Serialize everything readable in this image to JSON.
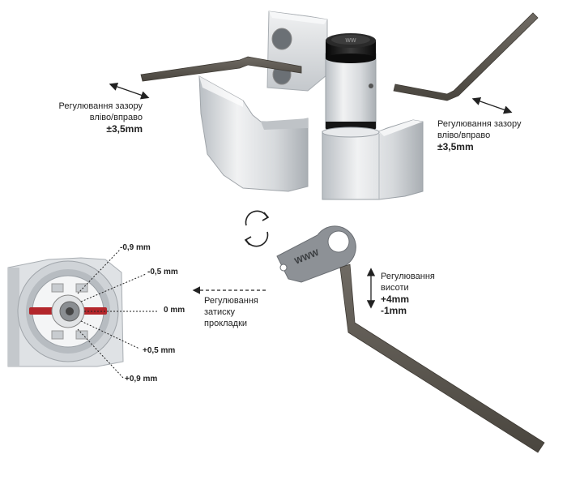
{
  "labels": {
    "gap_left": {
      "line1": "Регулювання зазору",
      "line2": "вліво/вправо",
      "value": "±3,5mm"
    },
    "gap_right": {
      "line1": "Регулювання зазору",
      "line2": "вліво/вправо",
      "value": "±3,5mm"
    },
    "height": {
      "line1": "Регулювання",
      "line2": "висоти",
      "value_up": "+4mm",
      "value_down": "-1mm"
    },
    "clamp": {
      "line1": "Регулювання",
      "line2": "затиску",
      "line3": "прокладки"
    }
  },
  "eccentric_positions": [
    "-0,9 mm",
    "-0,5 mm",
    "0 mm",
    "+0,5 mm",
    "+0,9 mm"
  ],
  "colors": {
    "metal_light": "#e4e6e8",
    "metal_mid": "#c9cdd1",
    "metal_dark": "#9aa0a6",
    "hex_key": "#5a5650",
    "cap_black": "#141414",
    "accent_red": "#b3262b"
  },
  "icons": {
    "rotate": "rotate-arrows-icon",
    "arrow": "double-arrow-icon"
  }
}
